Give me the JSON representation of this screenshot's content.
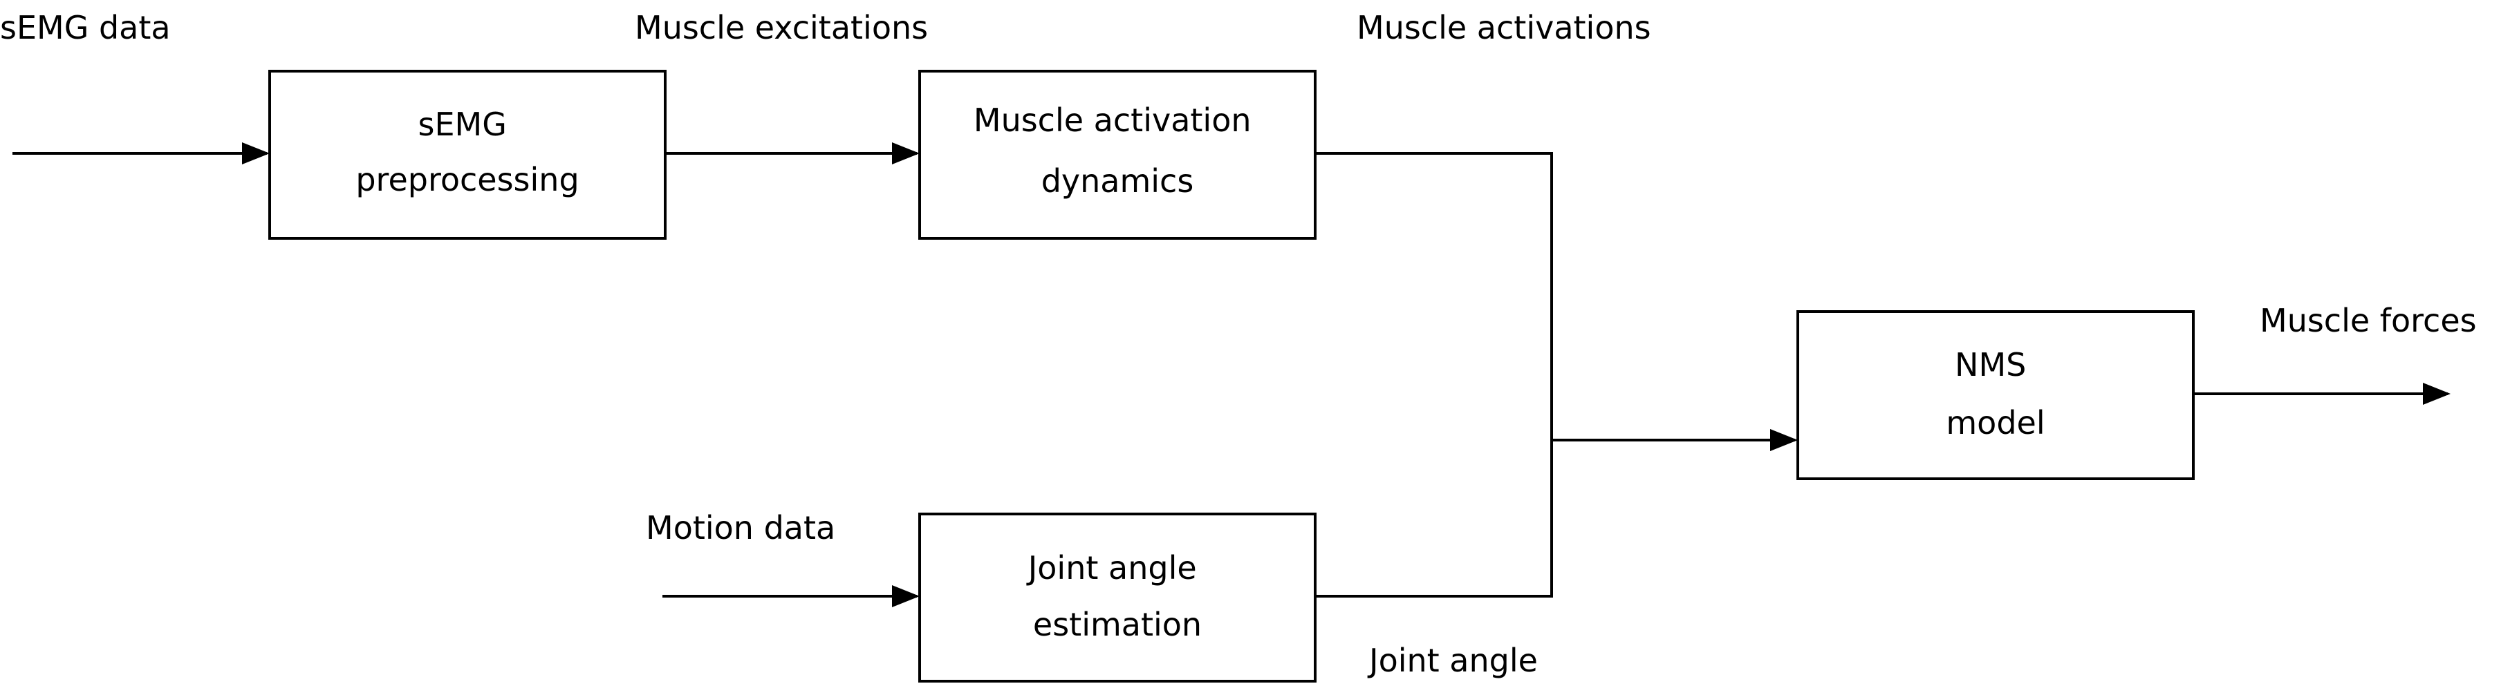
{
  "inputs": {
    "semg": "sEMG data",
    "motion": "Motion data"
  },
  "blocks": {
    "preprocessing": [
      "sEMG",
      "preprocessing"
    ],
    "activation_dynamics": [
      "Muscle activation",
      "dynamics"
    ],
    "joint_angle_estimation": [
      "Joint angle",
      "estimation"
    ],
    "nms_model": [
      "NMS",
      "model"
    ]
  },
  "signals": {
    "excitations": "Muscle excitations",
    "activations": "Muscle activations",
    "joint_angle": "Joint angle",
    "forces": "Muscle forces"
  },
  "colors": {
    "line": "#000000",
    "box_fill": "#ffffff",
    "background": "#ffffff"
  }
}
